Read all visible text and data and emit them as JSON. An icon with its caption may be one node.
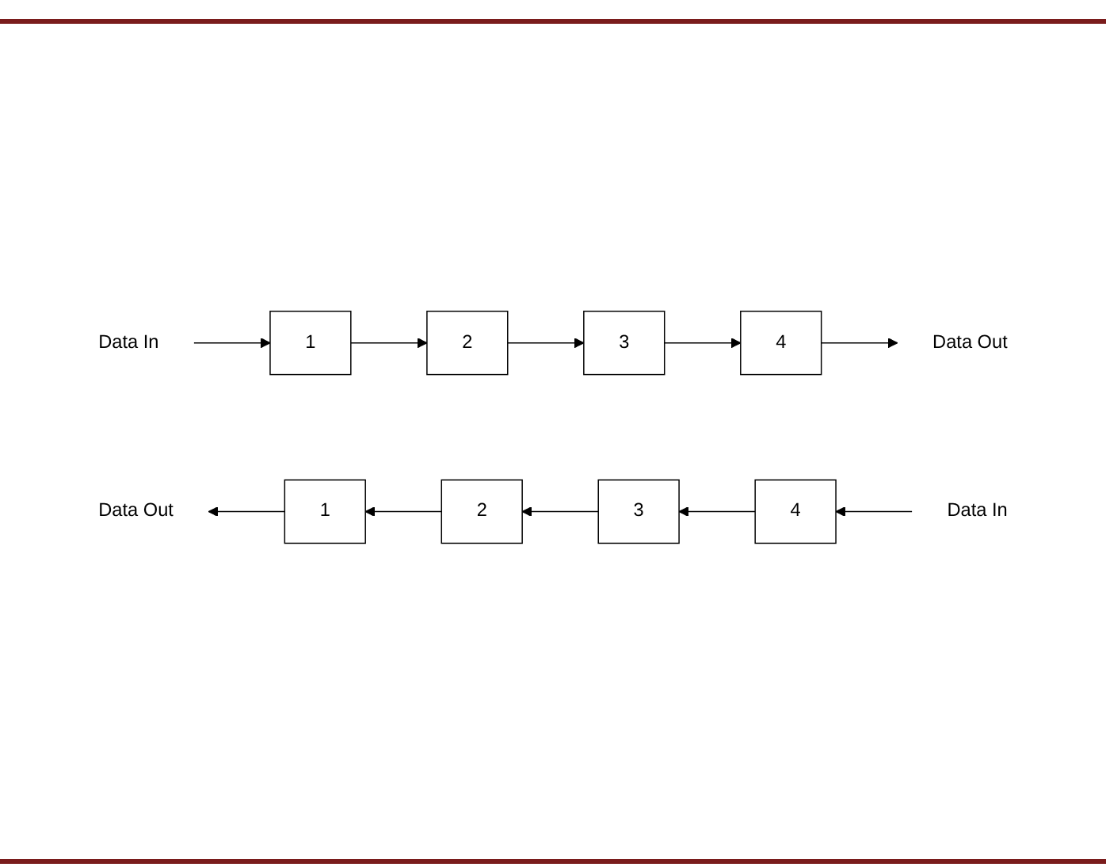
{
  "diagram": {
    "nodes": [
      {
        "text": [
          "Data In"
        ]
      },
      {
        "text": [
          "1"
        ]
      },
      {
        "text": [
          "2"
        ]
      },
      {
        "text": [
          "3"
        ]
      },
      {
        "text": [
          "4"
        ]
      },
      {
        "text": [
          "Data Out"
        ]
      },
      {
        "text": [
          "Data Out"
        ]
      },
      {
        "text": [
          "1"
        ]
      },
      {
        "text": [
          "2"
        ]
      },
      {
        "text": [
          "3"
        ]
      },
      {
        "text": [
          "4"
        ]
      },
      {
        "text": [
          "Data In"
        ]
      }
    ],
    "edges": [
      {
        "from": 0,
        "to": 1,
        "arrow": "to"
      },
      {
        "from": 1,
        "to": 2,
        "arrow": "to"
      },
      {
        "from": 2,
        "to": 3,
        "arrow": "to"
      },
      {
        "from": 3,
        "to": 4,
        "arrow": "to"
      },
      {
        "from": 4,
        "to": 5,
        "arrow": "to"
      },
      {
        "from": 11,
        "to": 10,
        "arrow": "to"
      },
      {
        "from": 10,
        "to": 9,
        "arrow": "to"
      },
      {
        "from": 9,
        "to": 8,
        "arrow": "to"
      },
      {
        "from": 8,
        "to": 7,
        "arrow": "to"
      },
      {
        "from": 7,
        "to": 6,
        "arrow": "to"
      }
    ]
  }
}
